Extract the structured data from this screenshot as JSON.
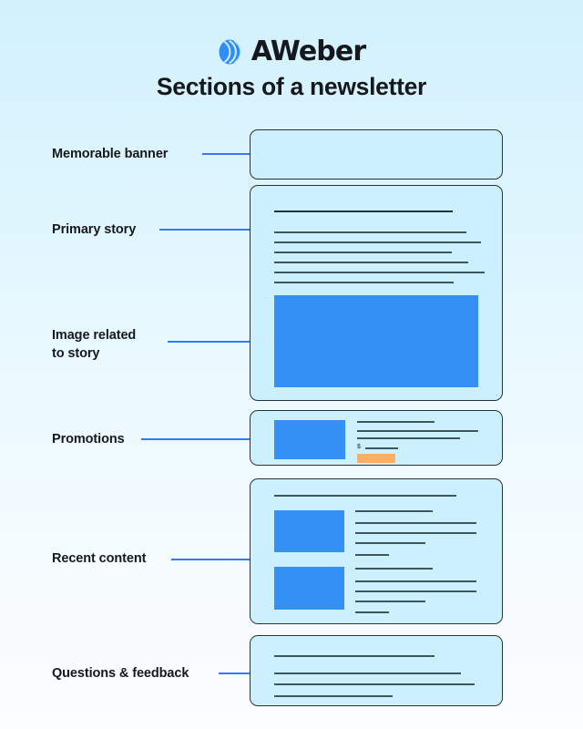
{
  "brand": {
    "name": "AWeber",
    "logo_icon": "aweber-arc-logo",
    "logo_color": "#2f8ef5"
  },
  "header": {
    "title": "Sections of a newsletter"
  },
  "theme": {
    "background_top": "#d2f1fd",
    "background_bottom": "#fbfdff",
    "card_fill": "#ccf0fd",
    "card_border": "#2a3338",
    "accent_blue": "#2f7df0",
    "image_blue": "#3490f5",
    "cta_orange": "#fcae62",
    "text_line": "#3c585e",
    "heading_text": "#15191e"
  },
  "labels": [
    {
      "id": "memorable-banner",
      "text": "Memorable banner"
    },
    {
      "id": "primary-story",
      "text": "Primary story"
    },
    {
      "id": "image-related-to-story",
      "text": "Image related\nto story"
    },
    {
      "id": "promotions",
      "text": "Promotions"
    },
    {
      "id": "recent-content",
      "text": "Recent content"
    },
    {
      "id": "questions-feedback",
      "text": "Questions & feedback"
    }
  ],
  "sections": [
    {
      "id": "banner",
      "name": "Memorable banner",
      "content": "empty banner placeholder"
    },
    {
      "id": "primary-story",
      "name": "Primary story",
      "content": "headline rule, six body text rules, large hero image block"
    },
    {
      "id": "promotions",
      "name": "Promotions",
      "content": "product image block, three text rules, price with dollar sign, orange call-to-action button"
    },
    {
      "id": "recent-content",
      "name": "Recent content",
      "content": "section heading rule, two article image blocks each with four text rules"
    },
    {
      "id": "questions-feedback",
      "name": "Questions & feedback",
      "content": "four text rules"
    }
  ],
  "promo": {
    "currency_symbol": "$"
  }
}
